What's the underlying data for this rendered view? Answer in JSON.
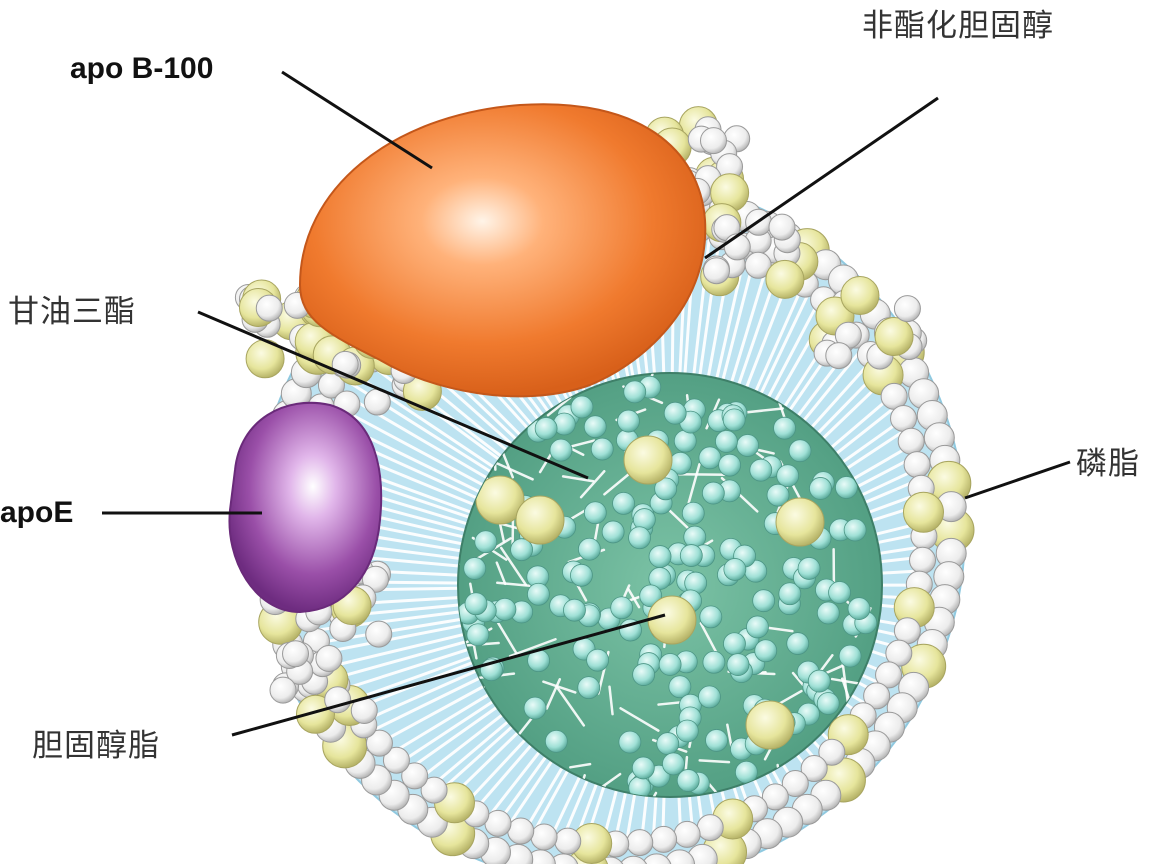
{
  "labels": {
    "apo_b100": "apo B-100",
    "apoe": "apoE",
    "free_cholesterol": "非酯化胆固醇",
    "triglyceride": "甘油三酯",
    "phospholipid": "磷脂",
    "cholesteryl_ester": "胆固醇脂"
  },
  "colors": {
    "apo_b100": "#f07a2e",
    "apoe": "#9a4fa8",
    "shell_water": "#bde3f1",
    "core": "#6fb89a",
    "phospholipid_head": "#f2f2f2",
    "cholesterol": "#e6e59c",
    "core_sphere": "#9fe0d6",
    "leader_line": "#111111"
  }
}
